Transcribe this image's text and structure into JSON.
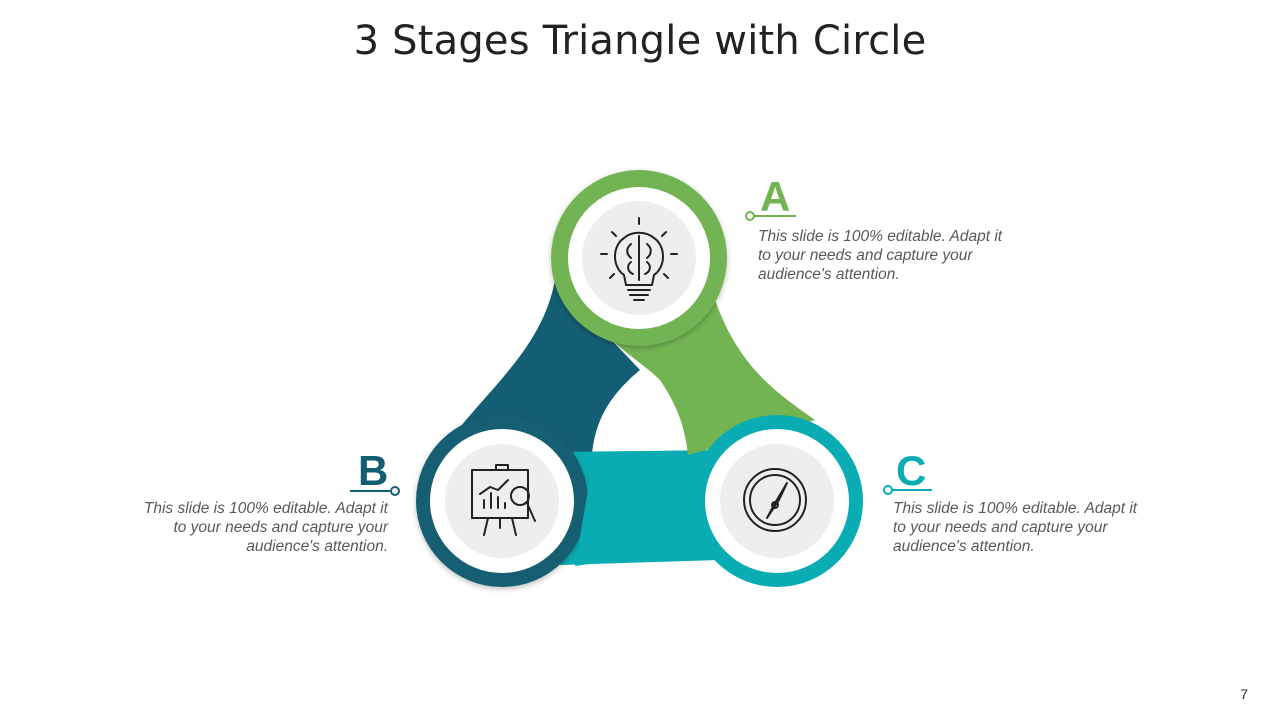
{
  "slide": {
    "title": "3 Stages Triangle with Circle",
    "page_number": "7"
  },
  "colors": {
    "stage_a": "#72b452",
    "stage_b": "#145e73",
    "stage_c": "#0aacb4",
    "inner_circle": "#eeeeee",
    "ring_white": "#ffffff",
    "text": "#595959"
  },
  "stages": [
    {
      "id": "a",
      "letter": "A",
      "icon": "brain-lightbulb-icon",
      "description": "This slide is 100% editable. Adapt it to your needs and capture your audience's attention."
    },
    {
      "id": "b",
      "letter": "B",
      "icon": "presentation-chart-search-icon",
      "description": "This slide is 100% editable. Adapt it to your needs and capture your audience's attention."
    },
    {
      "id": "c",
      "letter": "C",
      "icon": "compass-icon",
      "description": "This slide is 100% editable. Adapt it to your needs and capture your audience's attention."
    }
  ]
}
